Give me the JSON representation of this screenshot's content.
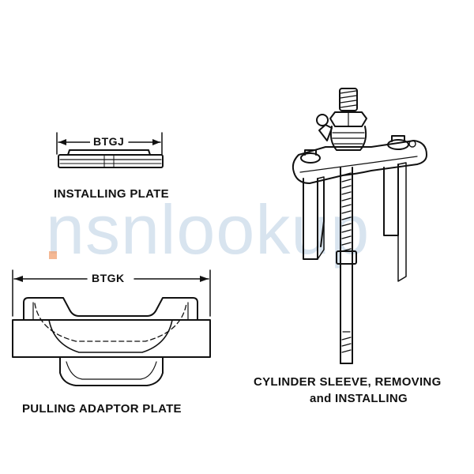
{
  "watermark": {
    "text": "nsnlookup"
  },
  "installing_plate": {
    "dimension": "BTGJ",
    "caption": "INSTALLING PLATE"
  },
  "pulling_adaptor_plate": {
    "dimension": "BTGK",
    "caption": "PULLING ADAPTOR PLATE"
  },
  "puller_tool": {
    "caption_line1": "CYLINDER SLEEVE, REMOVING",
    "caption_line2": "and INSTALLING"
  }
}
